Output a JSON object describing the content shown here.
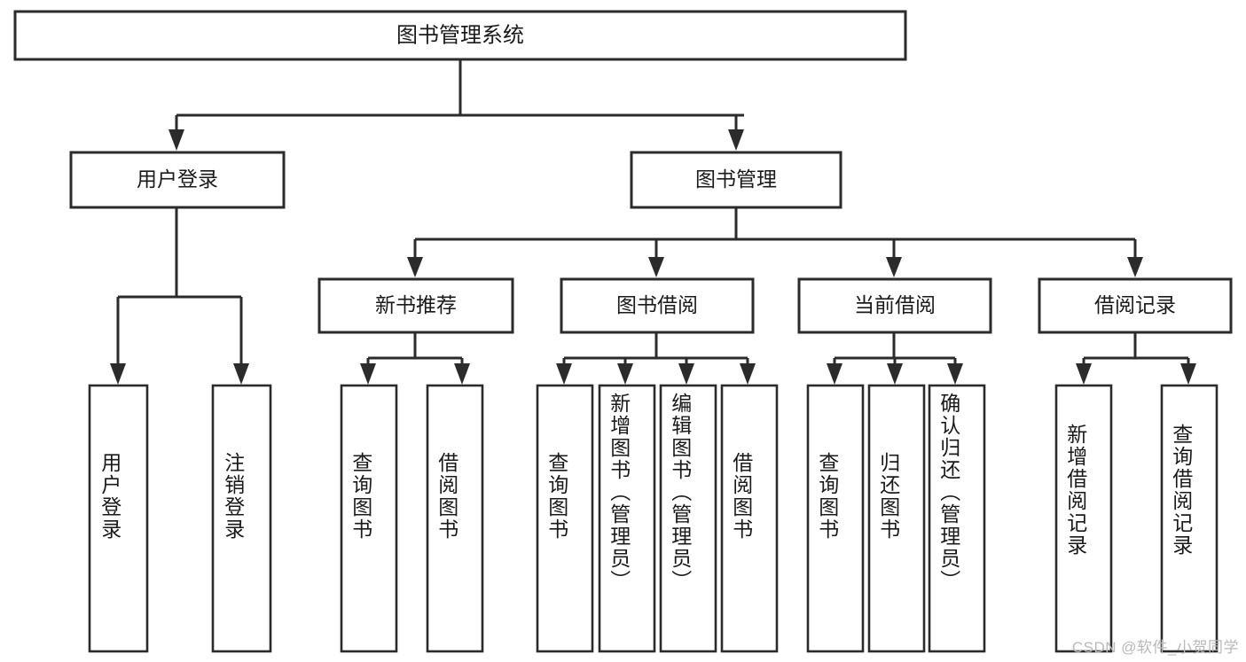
{
  "diagram": {
    "type": "tree",
    "orientation": "top-down",
    "background_color": "#ffffff",
    "line_color": "#2b2b2b",
    "text_color": "#1a1a1a",
    "root": {
      "id": "root",
      "label": "图书管理系统",
      "orientation": "horizontal"
    },
    "level2": [
      {
        "id": "user-login",
        "label": "用户登录",
        "orientation": "horizontal"
      },
      {
        "id": "book-manage",
        "label": "图书管理",
        "orientation": "horizontal"
      }
    ],
    "level3": [
      {
        "id": "new-book-recommend",
        "label": "新书推荐",
        "parent": "book-manage",
        "orientation": "horizontal"
      },
      {
        "id": "book-borrow",
        "label": "图书借阅",
        "parent": "book-manage",
        "orientation": "horizontal"
      },
      {
        "id": "current-borrow",
        "label": "当前借阅",
        "parent": "book-manage",
        "orientation": "horizontal"
      },
      {
        "id": "borrow-record",
        "label": "借阅记录",
        "parent": "book-manage",
        "orientation": "horizontal"
      }
    ],
    "leaves": [
      {
        "id": "leaf-user-login",
        "label": "用户登录",
        "parent": "user-login",
        "orientation": "vertical"
      },
      {
        "id": "leaf-user-logout",
        "label": "注销登录",
        "parent": "user-login",
        "orientation": "vertical"
      },
      {
        "id": "leaf-rec-query-book",
        "label": "查询图书",
        "parent": "new-book-recommend",
        "orientation": "vertical"
      },
      {
        "id": "leaf-rec-borrow-book",
        "label": "借阅图书",
        "parent": "new-book-recommend",
        "orientation": "vertical"
      },
      {
        "id": "leaf-borrow-query-book",
        "label": "查询图书",
        "parent": "book-borrow",
        "orientation": "vertical"
      },
      {
        "id": "leaf-borrow-add-book",
        "label": "新增图书（管理员）",
        "parent": "book-borrow",
        "orientation": "vertical"
      },
      {
        "id": "leaf-borrow-edit-book",
        "label": "编辑图书（管理员）",
        "parent": "book-borrow",
        "orientation": "vertical"
      },
      {
        "id": "leaf-borrow-borrow-book",
        "label": "借阅图书",
        "parent": "book-borrow",
        "orientation": "vertical"
      },
      {
        "id": "leaf-current-query-book",
        "label": "查询图书",
        "parent": "current-borrow",
        "orientation": "vertical"
      },
      {
        "id": "leaf-current-return-book",
        "label": "归还图书",
        "parent": "current-borrow",
        "orientation": "vertical"
      },
      {
        "id": "leaf-current-confirm-return",
        "label": "确认归还（管理员）",
        "parent": "current-borrow",
        "orientation": "vertical"
      },
      {
        "id": "leaf-record-add",
        "label": "新增借阅记录",
        "parent": "borrow-record",
        "orientation": "vertical"
      },
      {
        "id": "leaf-record-query",
        "label": "查询借阅记录",
        "parent": "borrow-record",
        "orientation": "vertical"
      }
    ]
  },
  "watermark": {
    "text": "CSDN @软件_小贺同学"
  }
}
